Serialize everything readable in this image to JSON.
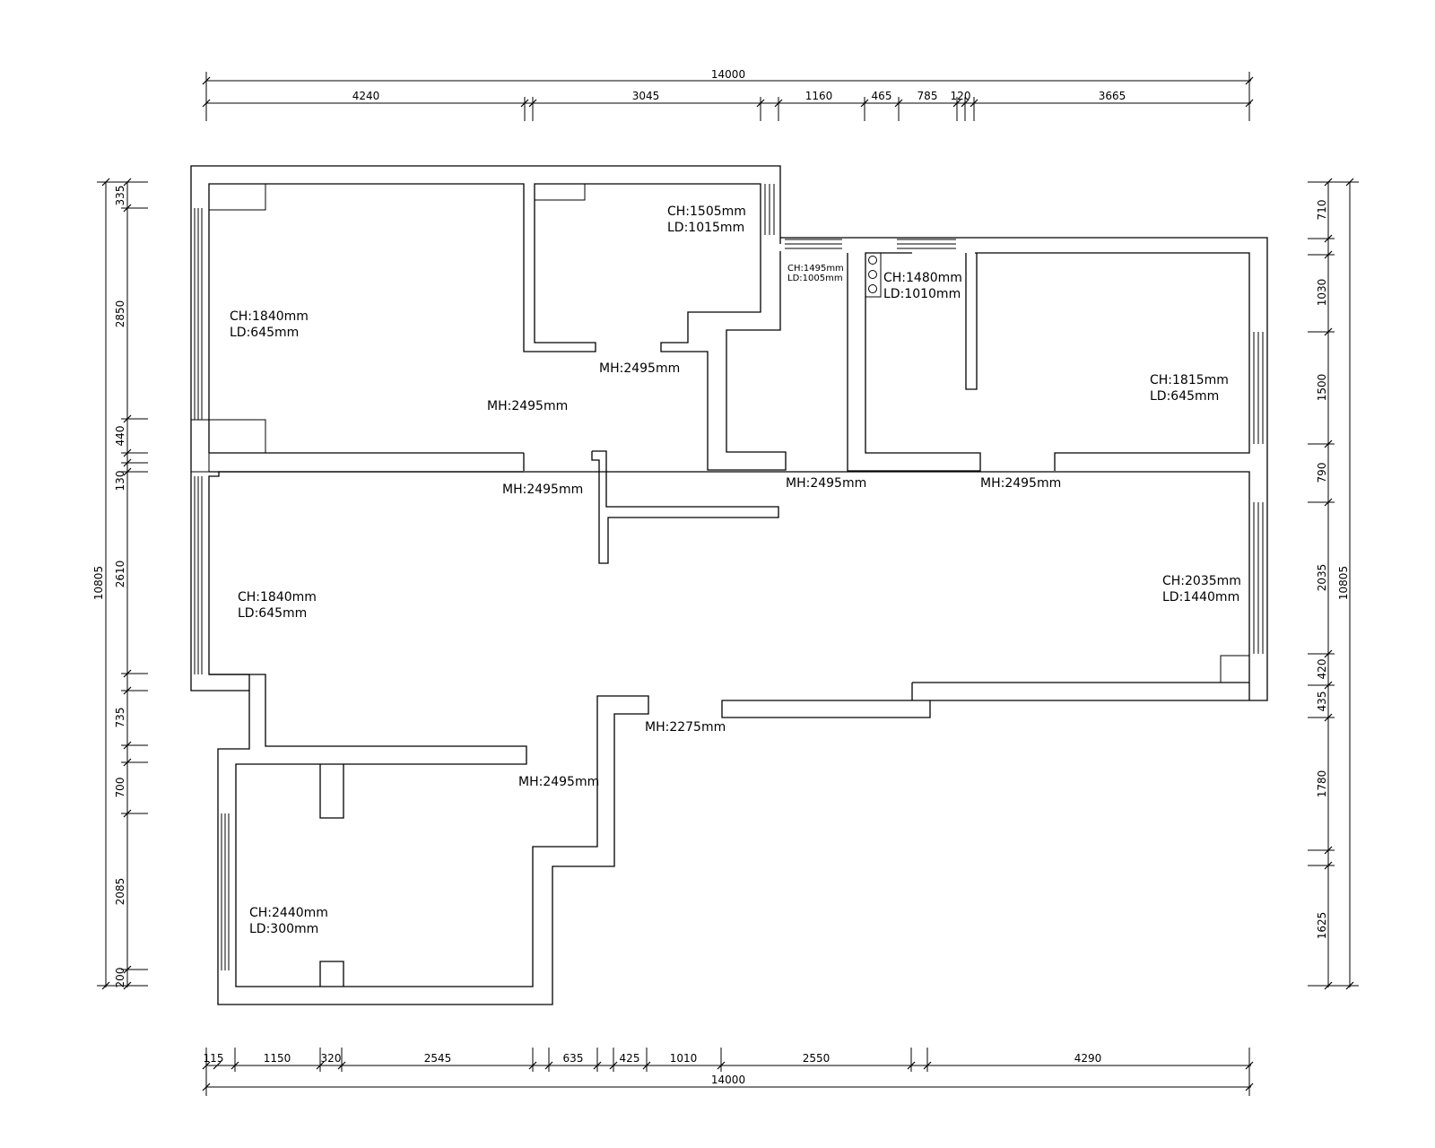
{
  "top_dimensions": {
    "total": "14000",
    "segments": [
      "4240",
      "3045",
      "1160",
      "465",
      "785",
      "120",
      "3665"
    ]
  },
  "bottom_dimensions": {
    "total": "14000",
    "segments": [
      "115",
      "1150",
      "320",
      "2545",
      "635",
      "425",
      "1010",
      "2550",
      "4290"
    ]
  },
  "left_dimensions": {
    "total": "10805",
    "segments": [
      "335",
      "2850",
      "440",
      "130",
      "2610",
      "735",
      "700",
      "2085",
      "200"
    ]
  },
  "right_dimensions": {
    "total": "10805",
    "segments": [
      "710",
      "1030",
      "1500",
      "790",
      "2035",
      "420",
      "435",
      "1780",
      "1625"
    ]
  },
  "rooms": [
    {
      "ch": "CH:1840mm",
      "ld": "LD:645mm"
    },
    {
      "ch": "CH:1505mm",
      "ld": "LD:1015mm"
    },
    {
      "ch": "CH:1495mm",
      "ld": "LD:1005mm"
    },
    {
      "ch": "CH:1480mm",
      "ld": "LD:1010mm"
    },
    {
      "ch": "CH:1815mm",
      "ld": "LD:645mm"
    },
    {
      "ch": "CH:1840mm",
      "ld": "LD:645mm"
    },
    {
      "ch": "CH:2035mm",
      "ld": "LD:1440mm"
    },
    {
      "ch": "CH:2440mm",
      "ld": "LD:300mm"
    }
  ],
  "door_heights": [
    "MH:2495mm",
    "MH:2495mm",
    "MH:2495mm",
    "MH:2495mm",
    "MH:2495mm",
    "MH:2275mm",
    "MH:2495mm"
  ]
}
